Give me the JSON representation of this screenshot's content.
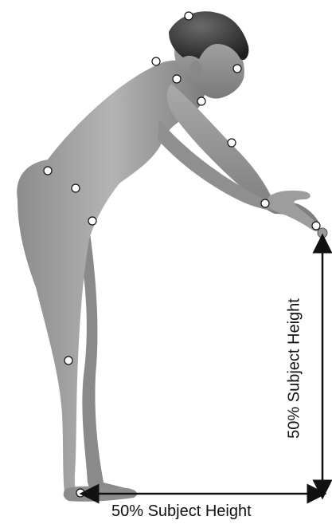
{
  "labels": {
    "horizontal": "50% Subject Height",
    "vertical": "50% Subject Height"
  },
  "colors": {
    "figure_skin": "#9a9a9a",
    "hair": "#2d2d2d",
    "arrow": "#111111",
    "marker_fill": "#ffffff",
    "marker_stroke": "#111111"
  },
  "figure": {
    "pose": "standing forward bend, arms extended, fingertip pointing down",
    "marker_icon": "circle-marker-icon",
    "target_icon": "target-sphere-icon"
  }
}
